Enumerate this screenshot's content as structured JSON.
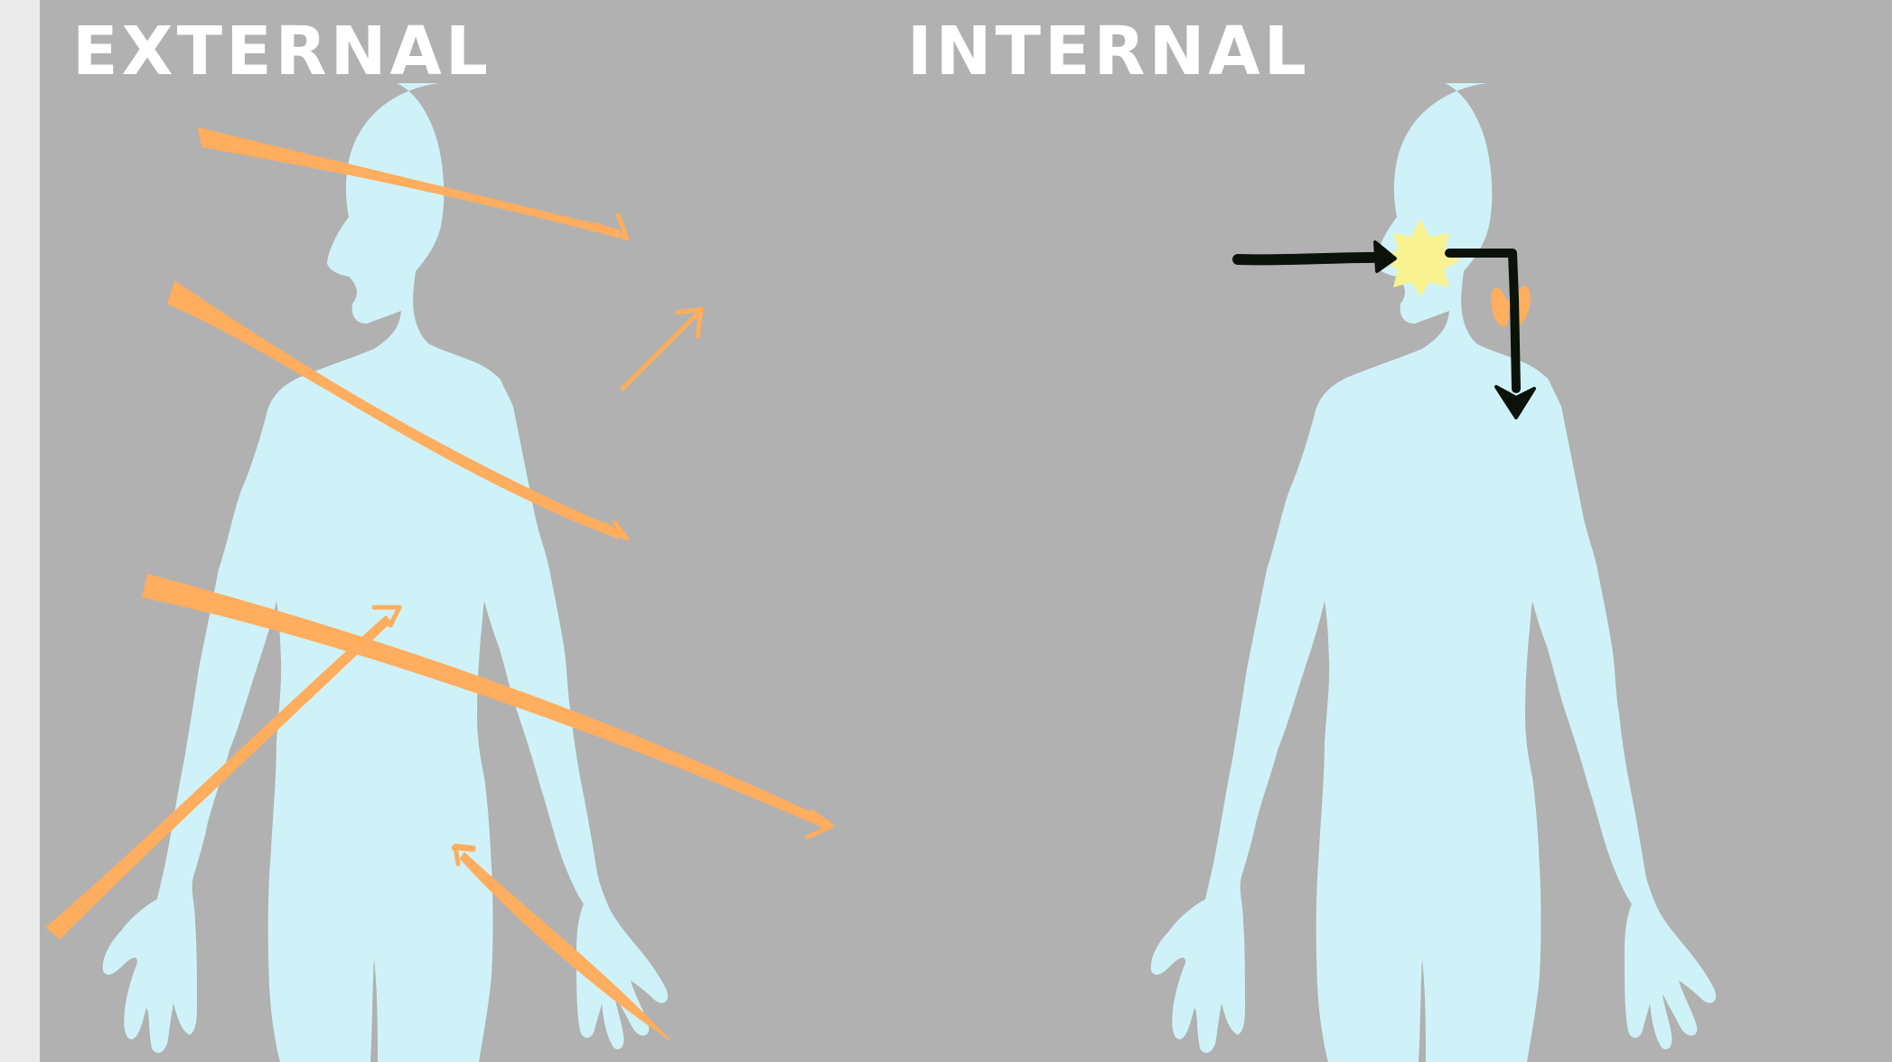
{
  "labels": {
    "left": "EXTERNAL",
    "right": "INTERNAL"
  },
  "colors": {
    "background": "#b1b1b1",
    "body": "#cff2f8",
    "arrow_external": "#ffad5e",
    "arrow_internal": "#0a120a",
    "burst": "#f8f291",
    "gland": "#ffad5e",
    "label": "#ffffff"
  },
  "icons": {
    "left_figure": "human-silhouette",
    "right_figure": "human-silhouette",
    "burst": "starburst",
    "gland": "butterfly-gland"
  }
}
